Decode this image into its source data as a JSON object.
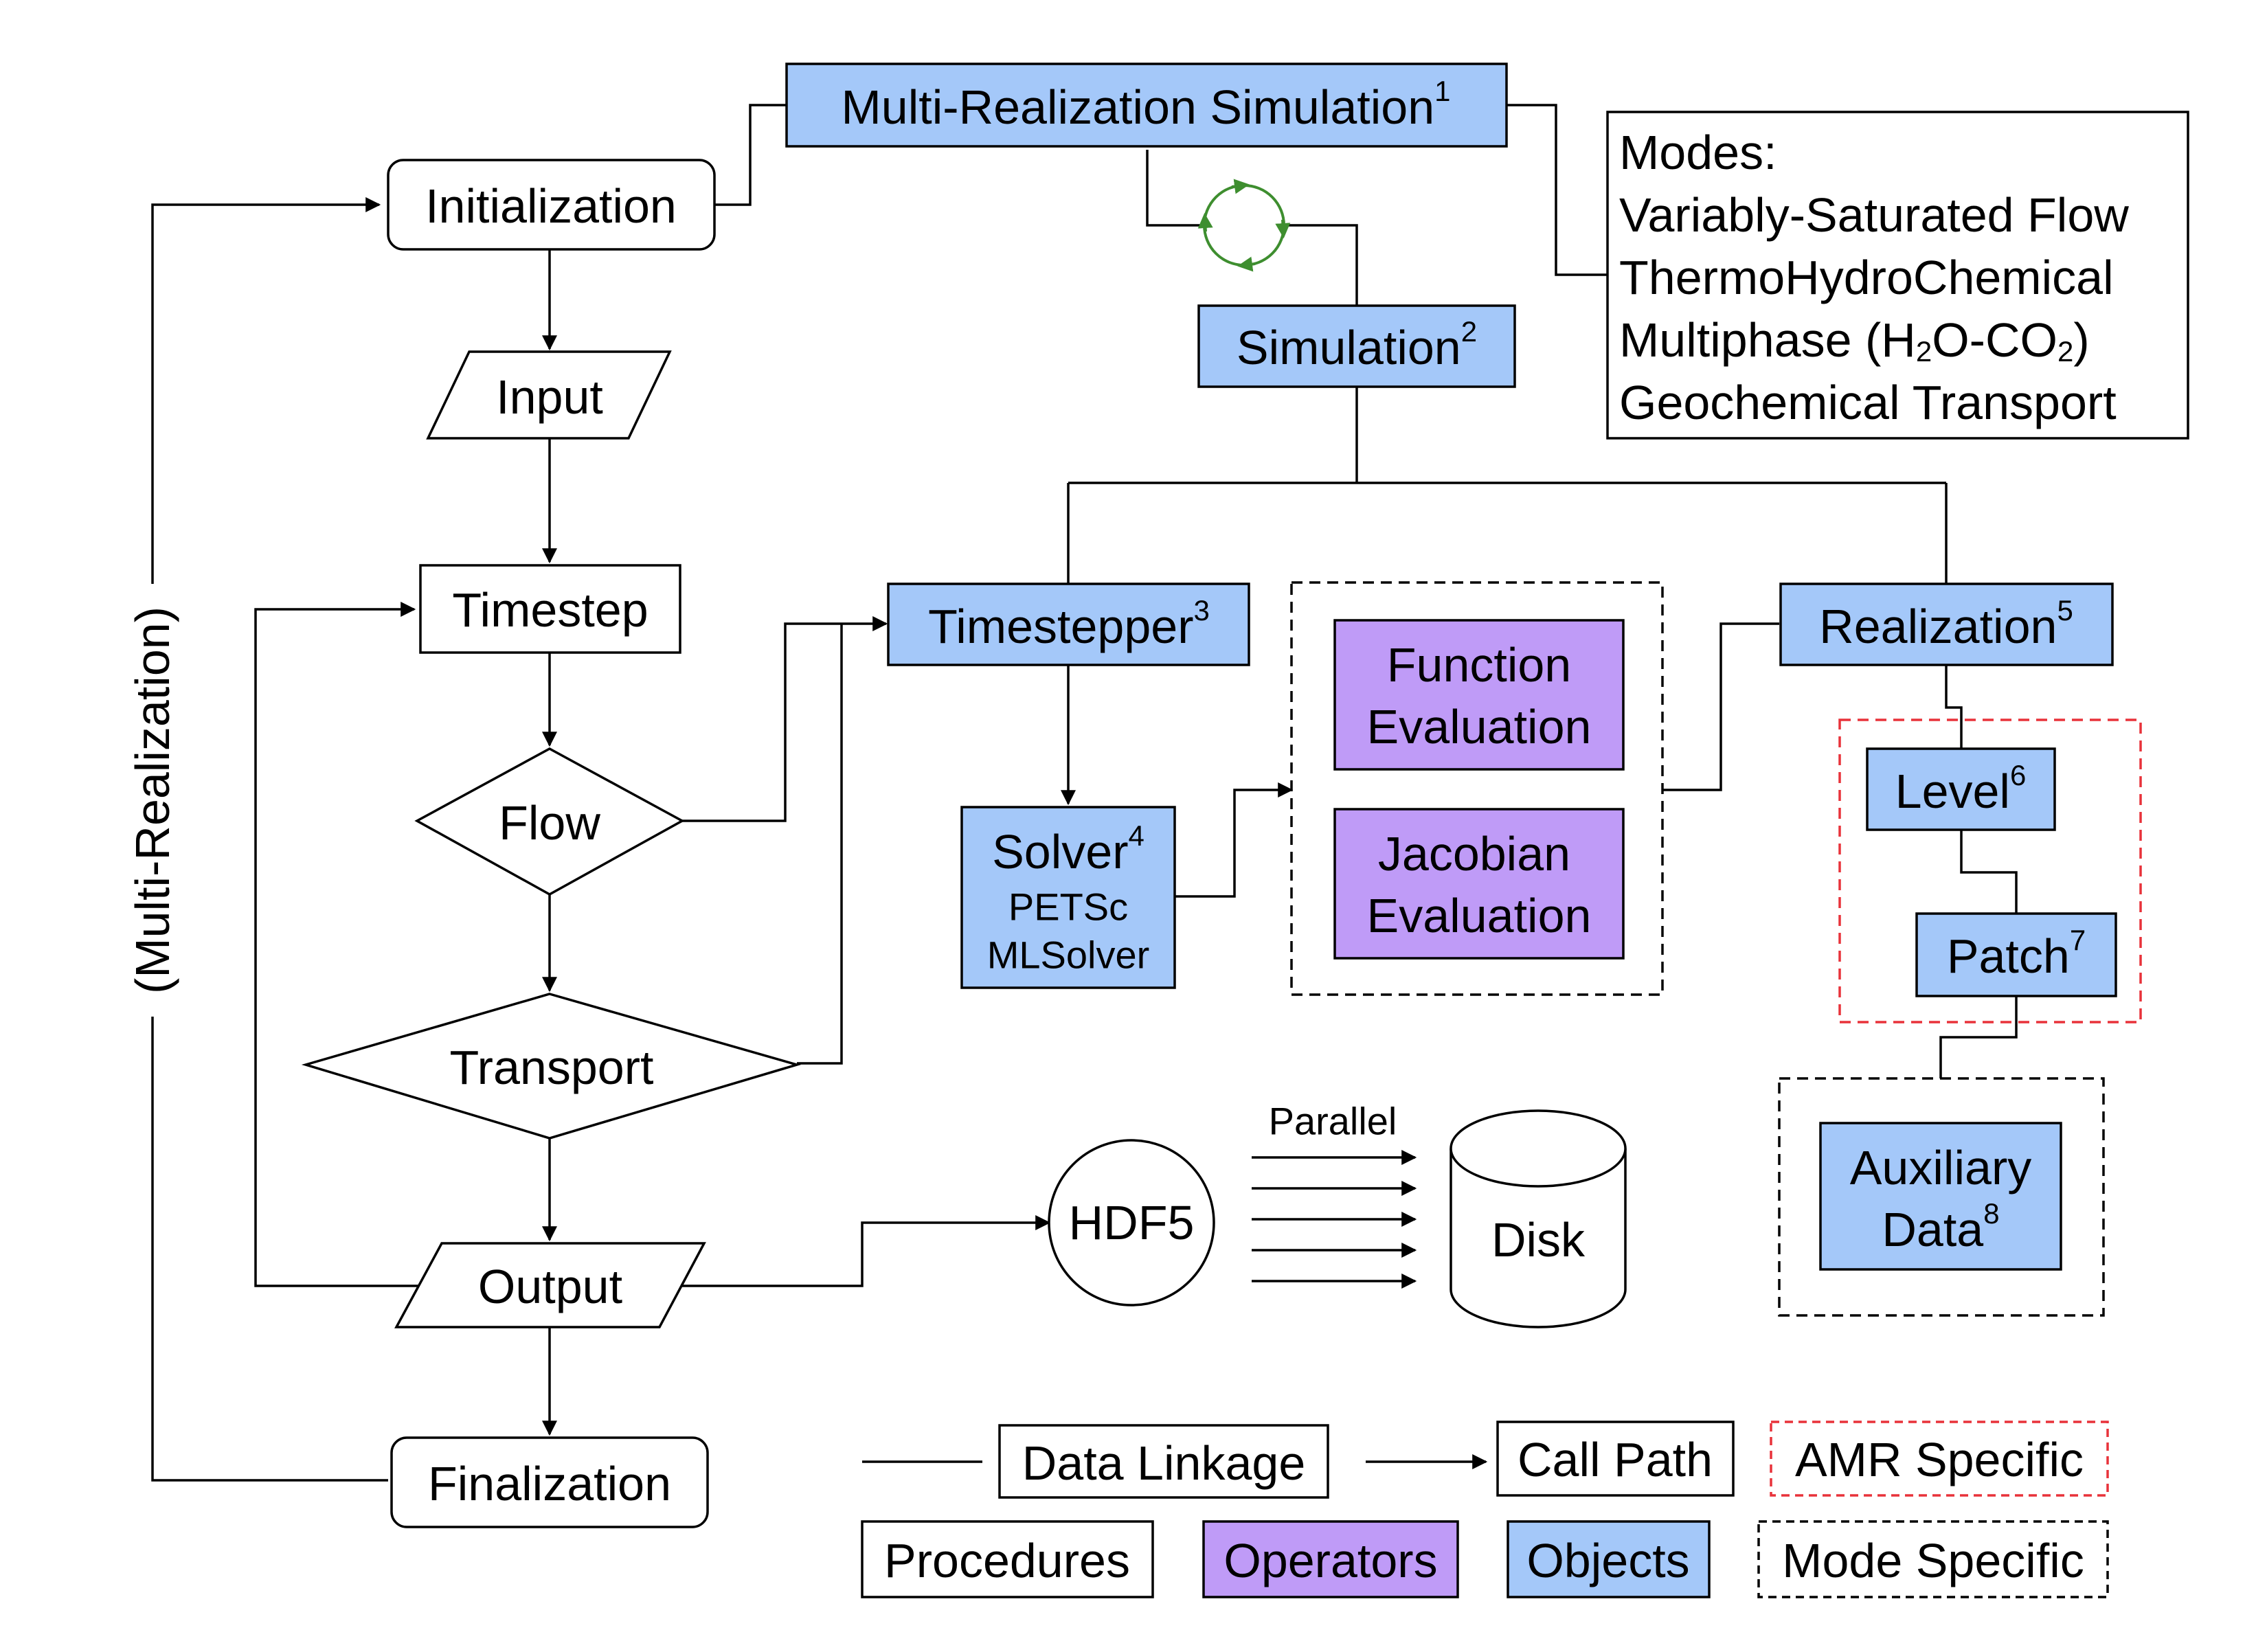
{
  "colors": {
    "object_fill": "#a4c8f9",
    "operator_fill": "#bf9bf7",
    "amr_border": "#e8323a",
    "cycle_icon": "#3e8e2f",
    "line": "#000000",
    "background": "#ffffff"
  },
  "flowchart": {
    "vertical_label": "(Multi-Realization)",
    "initialization": "Initialization",
    "input": "Input",
    "timestep": "Timestep",
    "flow": "Flow",
    "transport": "Transport",
    "output": "Output",
    "finalization": "Finalization"
  },
  "objects": {
    "multi_realization": {
      "label": "Multi-Realization Simulation",
      "sup": "1"
    },
    "simulation": {
      "label": "Simulation",
      "sup": "2"
    },
    "timestepper": {
      "label": "Timestepper",
      "sup": "3"
    },
    "solver": {
      "label": "Solver",
      "sup": "4",
      "line2": "PETSc",
      "line3": "MLSolver"
    },
    "realization": {
      "label": "Realization",
      "sup": "5"
    },
    "level": {
      "label": "Level",
      "sup": "6"
    },
    "patch": {
      "label": "Patch",
      "sup": "7"
    },
    "auxiliary": {
      "line1": "Auxiliary",
      "line2": "Data",
      "sup": "8"
    }
  },
  "operators": {
    "function_eval": {
      "line1": "Function",
      "line2": "Evaluation"
    },
    "jacobian_eval": {
      "line1": "Jacobian",
      "line2": "Evaluation"
    }
  },
  "modes": {
    "title": "Modes:",
    "items": {
      "vsf": "Variably-Saturated Flow",
      "thc": "ThermoHydroChemical",
      "mp_prefix": "Multiphase (H",
      "mp_sub1": "2",
      "mp_mid": "O-CO",
      "mp_sub2": "2",
      "mp_suffix": ")",
      "gt": "Geochemical Transport"
    }
  },
  "io": {
    "hdf5": "HDF5",
    "parallel": "Parallel",
    "disk": "Disk"
  },
  "legend": {
    "data_linkage": "Data Linkage",
    "call_path": "Call Path",
    "amr_specific": "AMR Specific",
    "procedures": "Procedures",
    "operators": "Operators",
    "objects": "Objects",
    "mode_specific": "Mode Specific"
  },
  "icons": {
    "cycle": "refresh-cycle-icon"
  }
}
